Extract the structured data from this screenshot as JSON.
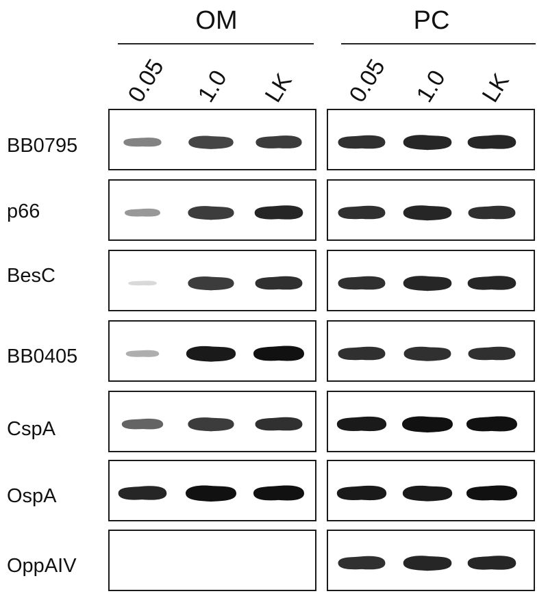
{
  "groups": [
    {
      "label": "OM",
      "lanes": [
        "0.05",
        "1.0",
        "LK"
      ]
    },
    {
      "label": "PC",
      "lanes": [
        "0.05",
        "1.0",
        "LK"
      ]
    }
  ],
  "rows": [
    {
      "label": "BB0795",
      "bands": [
        [
          0.45,
          0.75,
          0.8
        ],
        [
          0.85,
          0.9,
          0.9
        ]
      ]
    },
    {
      "label": "p66",
      "bands": [
        [
          0.35,
          0.8,
          0.9
        ],
        [
          0.85,
          0.9,
          0.85
        ]
      ]
    },
    {
      "label": "BesC",
      "bands": [
        [
          0.05,
          0.8,
          0.85
        ],
        [
          0.85,
          0.9,
          0.9
        ]
      ]
    },
    {
      "label": "BB0405",
      "bands": [
        [
          0.25,
          0.95,
          1.0
        ],
        [
          0.85,
          0.85,
          0.85
        ]
      ]
    },
    {
      "label": "CspA",
      "bands": [
        [
          0.6,
          0.8,
          0.85
        ],
        [
          0.95,
          1.0,
          1.0
        ]
      ]
    },
    {
      "label": "OspA",
      "bands": [
        [
          0.9,
          1.0,
          1.0
        ],
        [
          0.95,
          0.95,
          1.0
        ]
      ]
    },
    {
      "label": "OppAIV",
      "bands": [
        [
          0.0,
          0.0,
          0.0
        ],
        [
          0.85,
          0.9,
          0.9
        ]
      ]
    }
  ],
  "colors": {
    "band": "#111111",
    "frame": "#1a1a1a",
    "background": "#ffffff"
  }
}
